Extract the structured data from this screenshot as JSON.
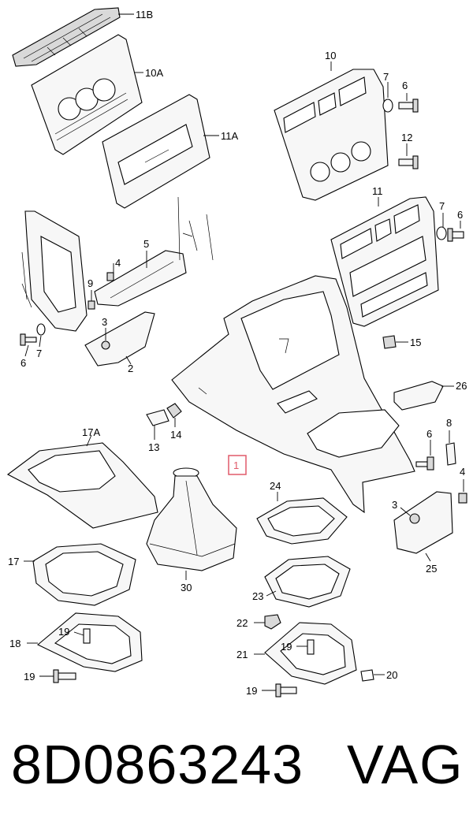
{
  "callouts": {
    "c11b": "11B",
    "c10a": "10A",
    "c11a": "11A",
    "c10": "10",
    "c7a": "7",
    "c6a": "6",
    "c12": "12",
    "c11": "11",
    "c7b": "7",
    "c6b": "6",
    "c5": "5",
    "c4a": "4",
    "c9": "9",
    "c3a": "3",
    "c6c": "6",
    "c7c": "7",
    "c2": "2",
    "c15": "15",
    "c26": "26",
    "c8": "8",
    "c6d": "6",
    "c4b": "4",
    "c3b": "3",
    "c25": "25",
    "c1": "1",
    "c13": "13",
    "c14": "14",
    "c17a": "17A",
    "c17": "17",
    "c30": "30",
    "c24": "24",
    "c23": "23",
    "c22": "22",
    "c21": "21",
    "c19a": "19",
    "c19b": "19",
    "c18": "18",
    "c19c": "19",
    "c19d": "19",
    "c20": "20"
  },
  "footer": {
    "part_number": "8D0863243",
    "brand": "VAG"
  },
  "colors": {
    "highlight": "#e05a6a"
  }
}
